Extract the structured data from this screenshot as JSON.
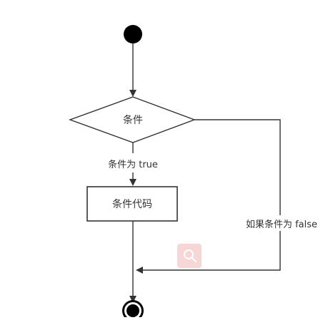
{
  "diagram": {
    "type": "flowchart",
    "decision": {
      "label": "条件"
    },
    "true_edge": {
      "label": "条件为 true"
    },
    "process": {
      "label": "条件代码"
    },
    "false_edge": {
      "label": "如果条件为 false"
    },
    "start_node": "start-node",
    "end_node": "end-node",
    "watermark_icon": "search-icon"
  },
  "colors": {
    "stroke": "#333333",
    "node_fill": "#000000",
    "shape_fill": "#ffffff",
    "text": "#333333",
    "watermark": "#f7d6d6"
  }
}
